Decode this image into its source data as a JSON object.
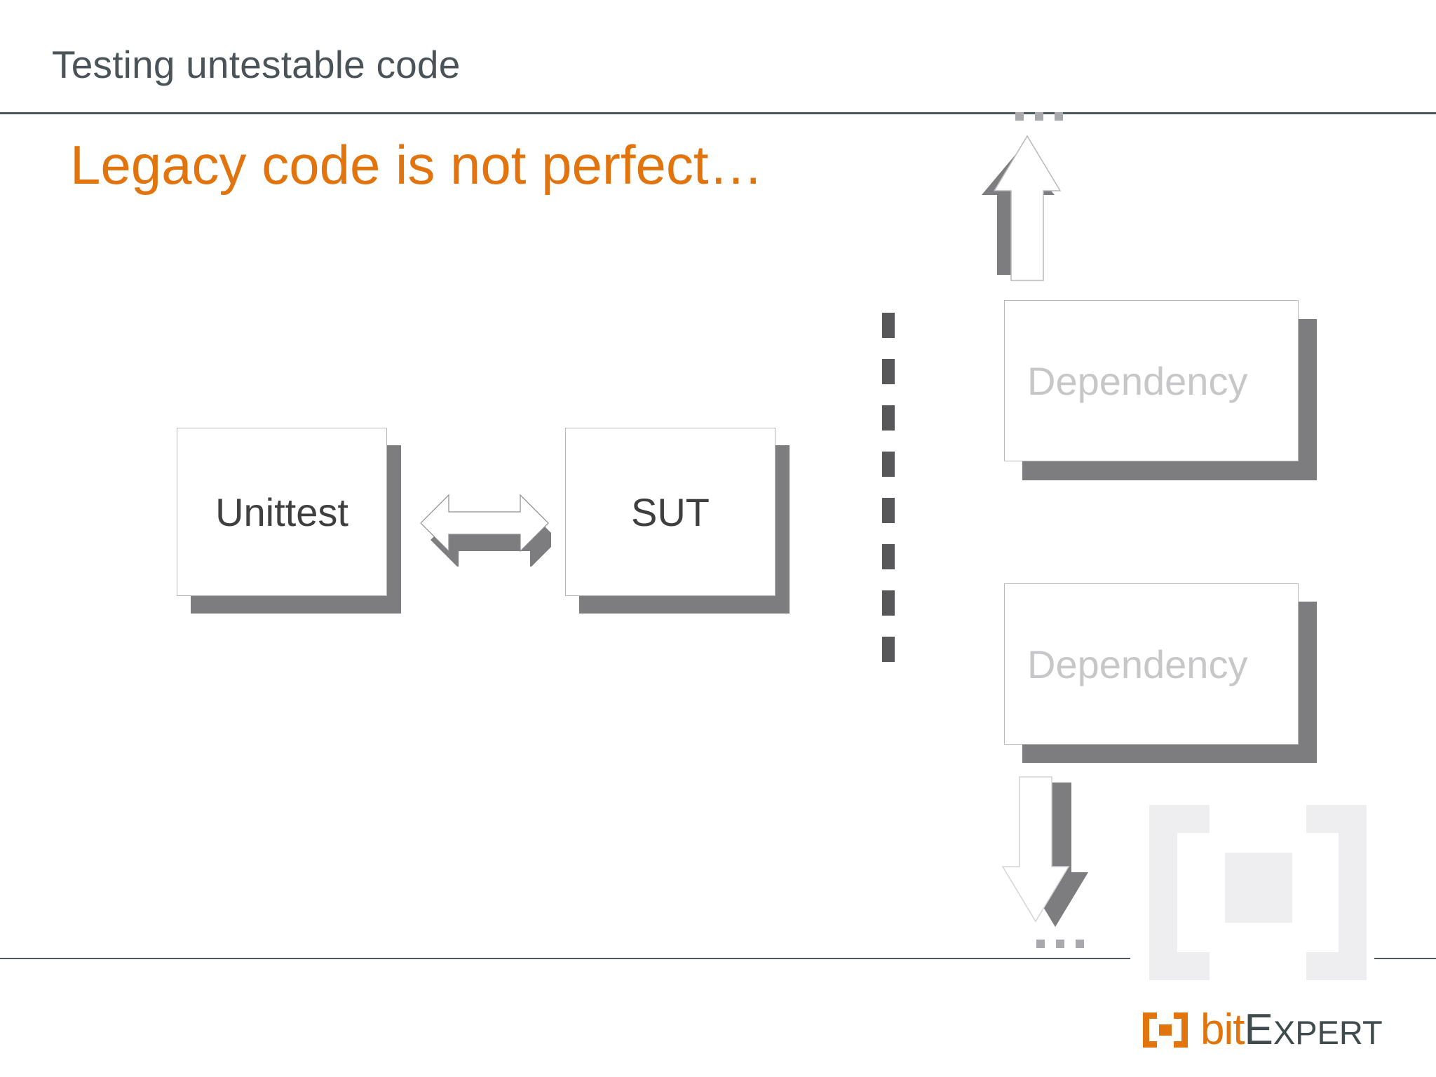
{
  "slide": {
    "title": "Testing untestable code",
    "headline": "Legacy code is not perfect…"
  },
  "diagram": {
    "boxes": [
      {
        "id": "unittest",
        "label": "Unittest"
      },
      {
        "id": "sut",
        "label": "SUT"
      },
      {
        "id": "dependency1",
        "label": "Dependency"
      },
      {
        "id": "dependency2",
        "label": "Dependency"
      }
    ],
    "connectors": [
      {
        "id": "bidir-arrow",
        "icon": "double-headed-arrow-icon",
        "direction": "left-right"
      },
      {
        "id": "up-arrow",
        "icon": "arrow-up-icon",
        "direction": "up"
      },
      {
        "id": "down-arrow",
        "icon": "arrow-down-icon",
        "direction": "down"
      }
    ],
    "ellipsis_top": "...",
    "ellipsis_bottom": "...",
    "boundary": "dashed-vertical-divider"
  },
  "branding": {
    "logo_mark": "bitexpert-bracket-icon",
    "logo_bit": "bit",
    "logo_expert_cap": "E",
    "logo_expert_rest": "XPERT",
    "watermark": "bitexpert-bracket-watermark-icon"
  },
  "colors": {
    "accent_orange": "#e2740d",
    "title_slate": "#4a5458",
    "shadow_gray": "#7d7d80",
    "box_border": "#b9b9bd",
    "dim_text": "#c7c7ca",
    "rule": "#4c585c",
    "dash": "#58585b",
    "watermark": "#eeeef0"
  }
}
